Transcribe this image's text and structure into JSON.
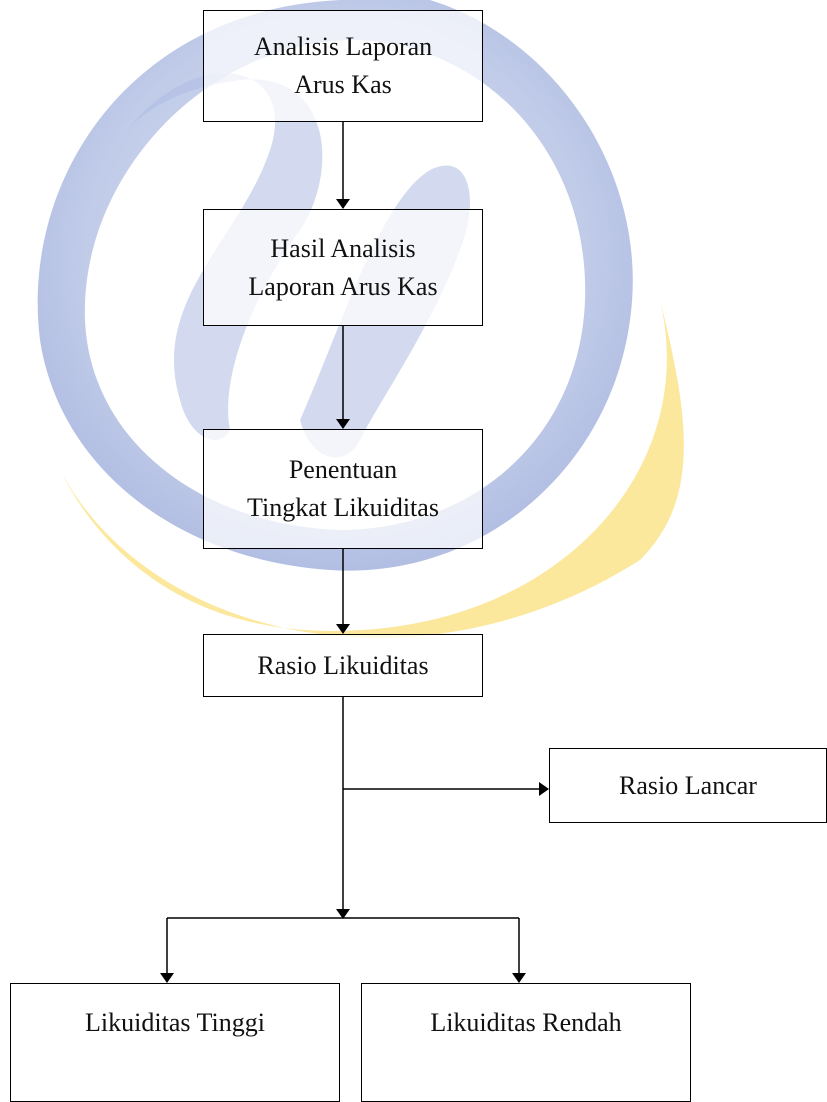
{
  "nodes": {
    "analisis": {
      "line1": "Analisis Laporan",
      "line2": "Arus Kas"
    },
    "hasil": {
      "line1": "Hasil Analisis",
      "line2": "Laporan Arus Kas"
    },
    "penentuan": {
      "line1": "Penentuan",
      "line2": "Tingkat Likuiditas"
    },
    "rasio_likuiditas": {
      "label": "Rasio Likuiditas"
    },
    "rasio_lancar": {
      "label": "Rasio Lancar"
    },
    "likuiditas_tinggi": {
      "label": "Likuiditas Tinggi"
    },
    "likuiditas_rendah": {
      "label": "Likuiditas Rendah"
    }
  },
  "colors": {
    "line": "#000000",
    "watermark_blue": "#4a5fa8",
    "watermark_gold": "#f2c200"
  }
}
